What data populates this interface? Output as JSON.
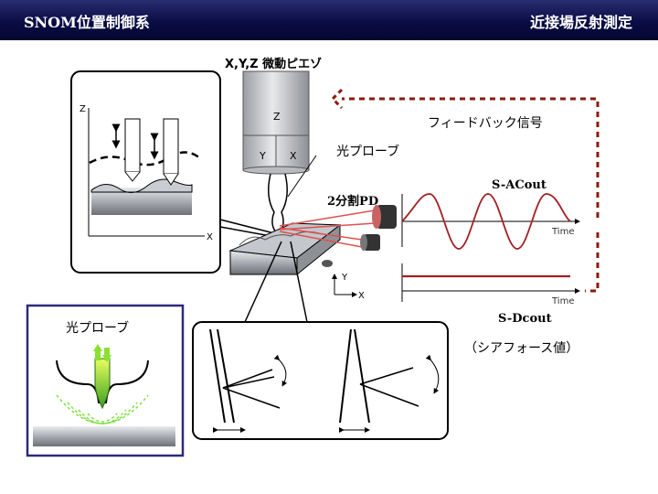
{
  "header": {
    "left_title": "SNOM位置制御系",
    "right_title": "近接場反射測定"
  },
  "labels": {
    "piezo": "X,Y,Z 微動ピエゾ",
    "piezo_z": "Z",
    "piezo_y": "Y",
    "piezo_x": "X",
    "feedback": "フィードバック信号",
    "probe": "光プローブ",
    "pd": "2分割PD",
    "s_ac": "S-ACout",
    "s_dc": "S-Dcout",
    "time1": "Time",
    "time2": "Time",
    "axis_y": "Y",
    "axis_x": "X",
    "inset_z": "Z",
    "inset_x": "X",
    "shear_force": "（シアフォース値）",
    "inset_probe": "光プローブ"
  },
  "colors": {
    "header_bg": "#0a0c45",
    "feedback": "#8b1a0a",
    "signal": "#a02020",
    "beam": "#e05050",
    "inset_border": "#2c2a7a"
  }
}
